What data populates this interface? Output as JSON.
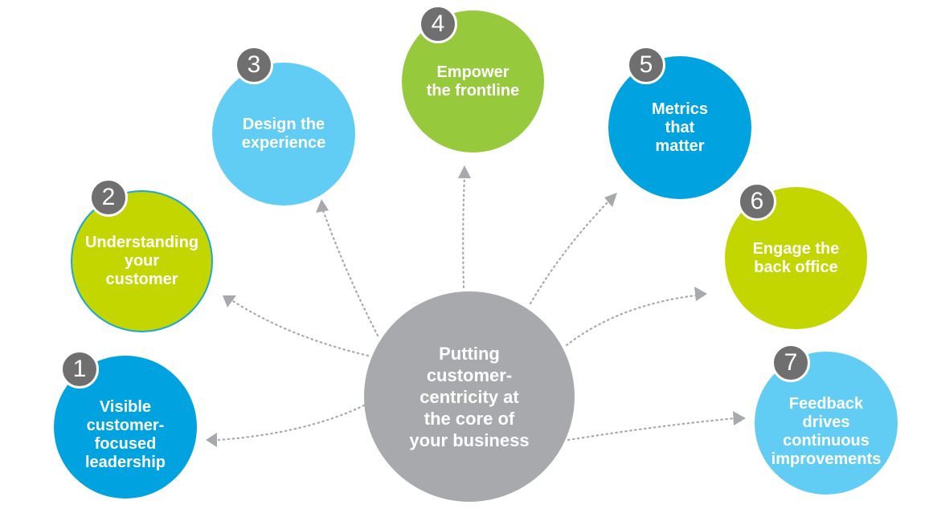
{
  "center": {
    "label": "Putting\ncustomer-\ncentricity at\nthe core of\nyour business"
  },
  "steps": [
    {
      "number": "1",
      "label": "Visible\ncustomer-\nfocused\nleadership",
      "color": "#00a3e0"
    },
    {
      "number": "2",
      "label": "Understanding\nyour\ncustomer",
      "color": "#c4d600"
    },
    {
      "number": "3",
      "label": "Design the\nexperience",
      "color": "#62cdf4"
    },
    {
      "number": "4",
      "label": "Empower\nthe frontline",
      "color": "#97c93d"
    },
    {
      "number": "5",
      "label": "Metrics\nthat\nmatter",
      "color": "#00a3e0"
    },
    {
      "number": "6",
      "label": "Engage the\nback office",
      "color": "#c4d600"
    },
    {
      "number": "7",
      "label": "Feedback\ndrives\ncontinuous\nimprovements",
      "color": "#62cdf4"
    }
  ],
  "colors": {
    "center": "#a7a9ac",
    "badge": "#6f6f6f",
    "connector": "#a7a9ac"
  }
}
